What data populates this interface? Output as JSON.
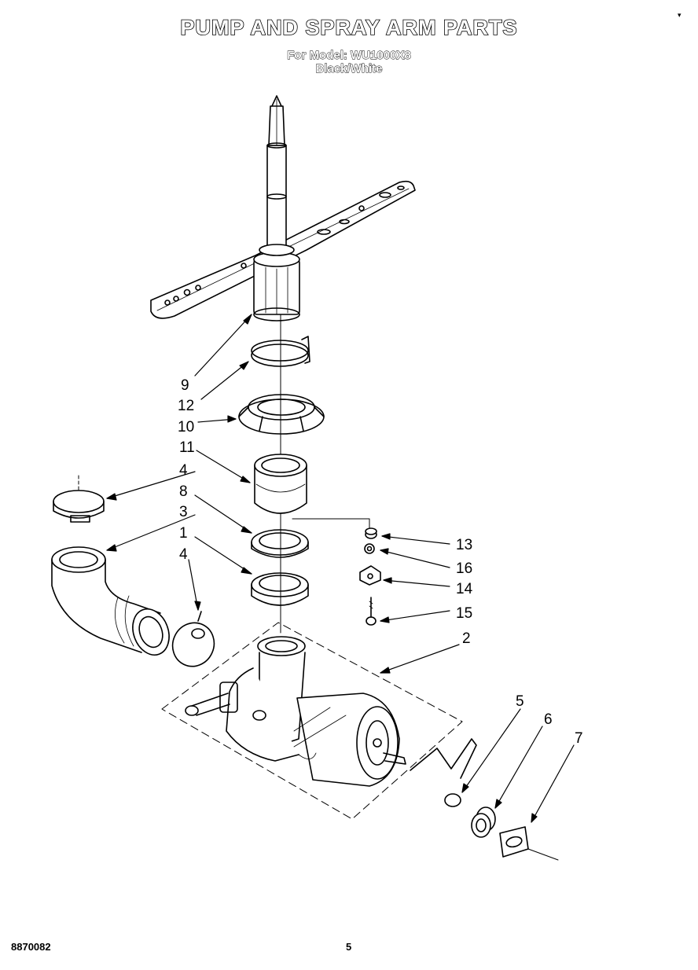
{
  "header": {
    "title": "PUMP AND SPRAY ARM PARTS",
    "model_line": "For Model: WU1000X8",
    "color_line": "Black/White"
  },
  "callouts": {
    "p9": "9",
    "p12": "12",
    "p10": "10",
    "p11": "11",
    "p4a": "4",
    "p8": "8",
    "p3": "3",
    "p1": "1",
    "p4b": "4",
    "p13": "13",
    "p16": "16",
    "p14": "14",
    "p15": "15",
    "p2": "2",
    "p5": "5",
    "p6": "6",
    "p7": "7"
  },
  "footer": {
    "doc_id": "8870082",
    "page": "5"
  }
}
